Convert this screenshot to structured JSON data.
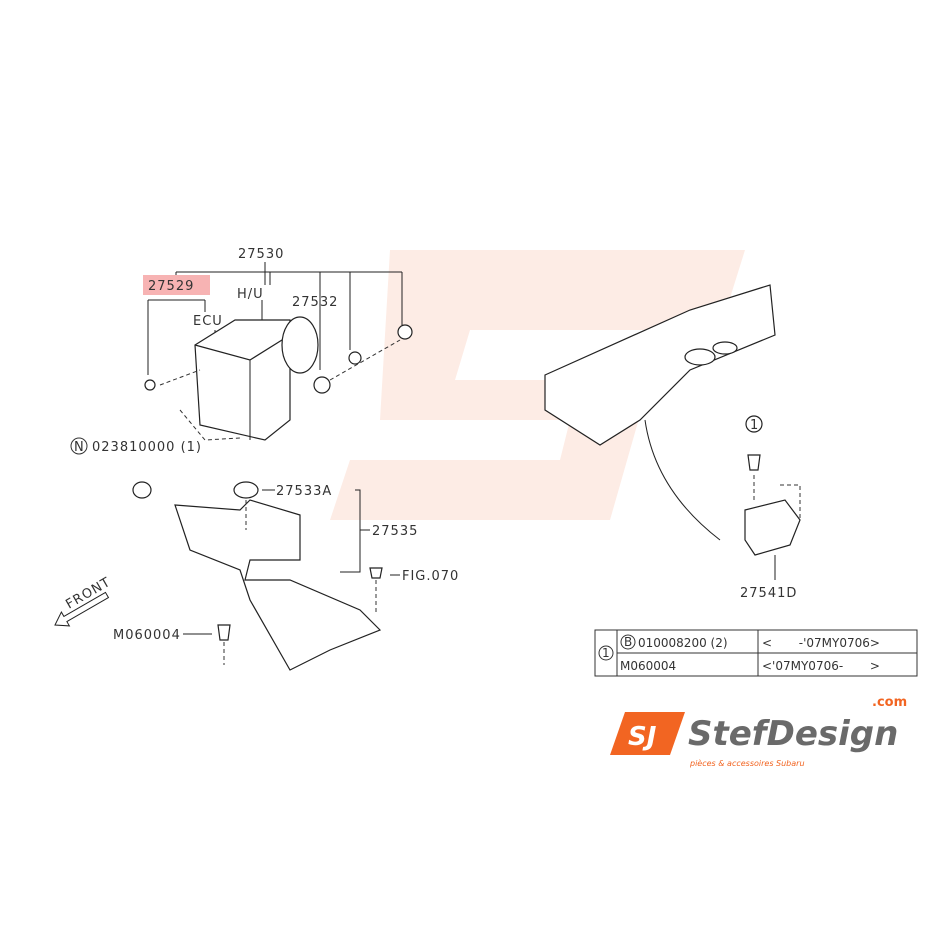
{
  "diagram": {
    "assembly": "27530",
    "hydraulic_unit": "H/U",
    "ecu": "ECU",
    "ecu_part_highlighted": "27529",
    "part_27532": "27532",
    "nut_code": "N",
    "nut_part": "023810000 (1)",
    "grommet": "27533A",
    "bracket": "27535",
    "fig_ref": "FIG.070",
    "front": "FRONT",
    "bolt": "M060004",
    "sensor": "27541D",
    "ref_marker": "1"
  },
  "ref_table": {
    "marker": "1",
    "rows": [
      {
        "code": "B",
        "part": "010008200 (2)",
        "range": "<       -'07MY0706>"
      },
      {
        "code": "",
        "part": "M060004",
        "range": "<'07MY0706-       >"
      }
    ]
  },
  "watermark": {
    "brand": "StefDesign",
    "domain": ".com",
    "tagline": "pièces & accessoires Subaru"
  },
  "colors": {
    "accent": "#f26522",
    "highlight": "#f7b3b3",
    "watermark": "#fbe0d6"
  }
}
